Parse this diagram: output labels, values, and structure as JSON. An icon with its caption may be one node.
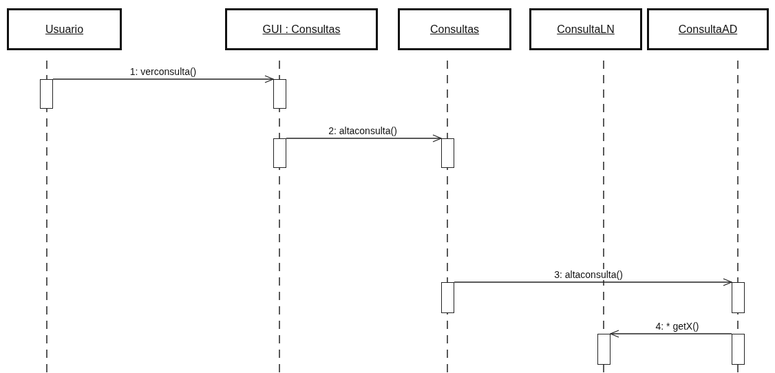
{
  "diagram": {
    "nodes": [
      {
        "text": [
          "Usuario"
        ]
      },
      {
        "text": [
          "GUI : Consultas"
        ]
      },
      {
        "text": [
          "Consultas"
        ]
      },
      {
        "text": [
          "ConsultaLN"
        ]
      },
      {
        "text": [
          "ConsultaAD"
        ]
      },
      {
        "text": [],
        "shape": "bar"
      },
      {
        "text": [],
        "shape": "bar"
      },
      {
        "text": [],
        "shape": "bar"
      },
      {
        "text": [],
        "shape": "bar"
      },
      {
        "text": [],
        "shape": "bar"
      },
      {
        "text": [],
        "shape": "bar"
      },
      {
        "text": [],
        "shape": "bar"
      },
      {
        "text": [],
        "shape": "bar"
      }
    ],
    "edges": [
      {
        "from": 5,
        "to": 6,
        "arrow": "to",
        "label": "1: verconsulta()"
      },
      {
        "from": 7,
        "to": 8,
        "arrow": "to",
        "label": "2: altaconsulta()"
      },
      {
        "from": 9,
        "to": 10,
        "arrow": "to",
        "label": "3: altaconsulta()"
      },
      {
        "from": 12,
        "to": 11,
        "arrow": "to",
        "label": "4: * getX()"
      }
    ]
  }
}
